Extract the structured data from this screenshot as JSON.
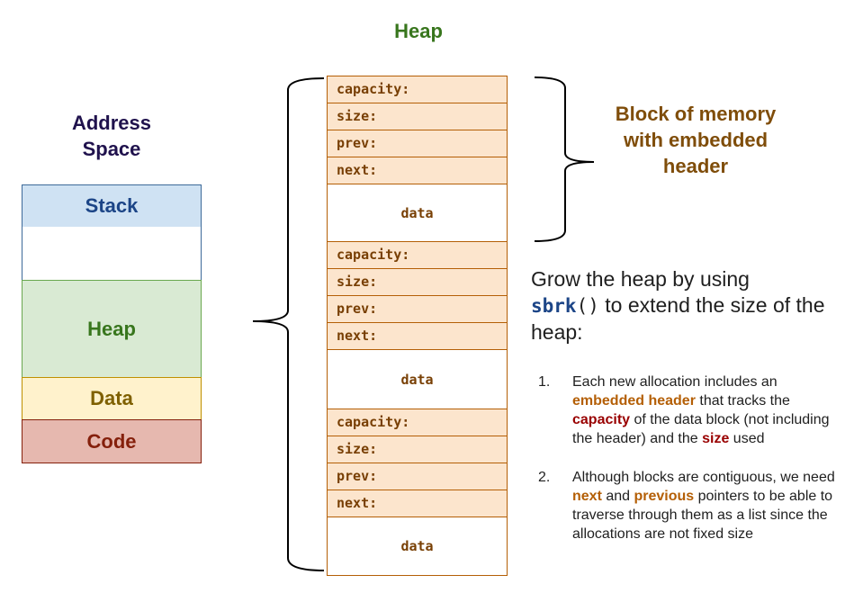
{
  "heap_title": "Heap",
  "address_space": {
    "title_line1": "Address",
    "title_line2": "Space",
    "segments": [
      "Stack",
      "",
      "Heap",
      "Data",
      "Code"
    ]
  },
  "blocks": [
    {
      "capacity": "capacity:",
      "size": "size:",
      "prev": "prev:",
      "next": "next:",
      "data": "data"
    },
    {
      "capacity": "capacity:",
      "size": "size:",
      "prev": "prev:",
      "next": "next:",
      "data": "data"
    },
    {
      "capacity": "capacity:",
      "size": "size:",
      "prev": "prev:",
      "next": "next:",
      "data": "data"
    }
  ],
  "block_label": "Block of memory with embedded header",
  "grow": {
    "prefix": "Grow the heap by using",
    "code": "sbrk",
    "parens": "()",
    "suffix": " to extend the size of the heap:"
  },
  "steps": [
    {
      "num": "1.",
      "t1": "Each new allocation includes an ",
      "h1": "embedded header",
      "t2": " that tracks the ",
      "h2": "capacity",
      "t3": " of the data block (not including the header) and the ",
      "h3": "size",
      "t4": " used"
    },
    {
      "num": "2.",
      "t1": "Although blocks are contiguous, we need ",
      "h1": "next",
      "t2": " and ",
      "h2": "previous",
      "t3": " pointers to be able to traverse through them as a list since the allocations are not fixed size"
    }
  ],
  "colors": {
    "heap_green": "#38761d",
    "address_purple": "#20124d",
    "header_fill": "#fce5cd",
    "header_border": "#b45f06",
    "stack_fill": "#cfe2f3",
    "heap_fill": "#d9ead3",
    "data_fill": "#fff2cc",
    "code_fill": "#e6b8af"
  }
}
